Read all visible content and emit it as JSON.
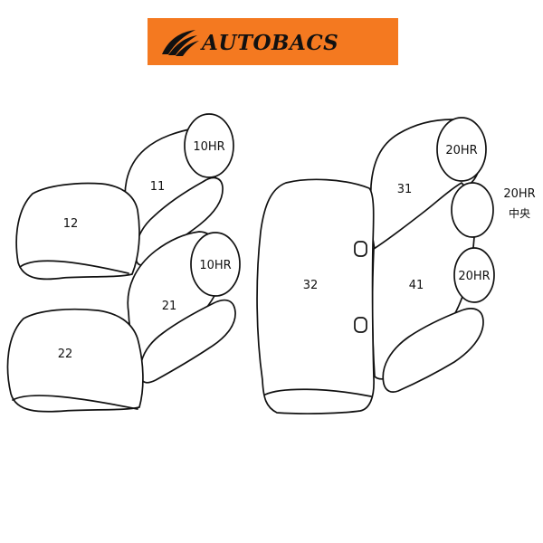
{
  "brand": {
    "name": "AUTOBACS",
    "background_color": "#f47920",
    "text_color": "#111111"
  },
  "seats": {
    "row1_left_headrest": "10HR",
    "row1_left_back": "11",
    "row1_left_cushion": "12",
    "row2_left_headrest": "10HR",
    "row2_left_back": "21",
    "row2_left_cushion": "22",
    "bench_cushion": "32",
    "right_back_upper": "31",
    "right_back_lower": "41",
    "right_headrest_top": "20HR",
    "right_headrest_center_code": "20HR",
    "right_headrest_center_sub": "中央",
    "right_headrest_lower": "20HR"
  }
}
